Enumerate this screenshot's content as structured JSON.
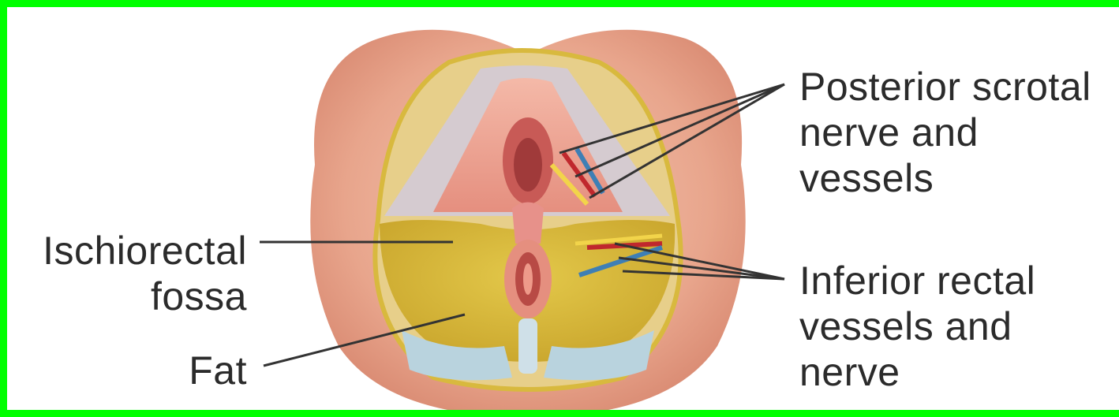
{
  "colors": {
    "frame": "#00ff00",
    "skin": "#e8a58c",
    "fat": "#d4b535",
    "leader": "#333333",
    "artery": "#c0282d",
    "vein": "#3e7fb5",
    "nerve": "#f2d44a"
  },
  "labels": {
    "posterior": [
      "Posterior scrotal",
      "nerve and",
      "vessels"
    ],
    "inferior": [
      "Inferior rectal",
      "vessels and",
      "nerve"
    ],
    "ischio": [
      "Ischiorectal",
      "fossa"
    ],
    "fat": "Fat"
  }
}
